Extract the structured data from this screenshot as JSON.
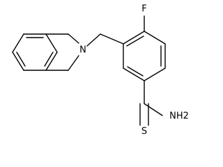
{
  "molecule": {
    "atoms": {
      "n": "N",
      "f": "F",
      "s": "S",
      "nh2": "NH2"
    }
  }
}
